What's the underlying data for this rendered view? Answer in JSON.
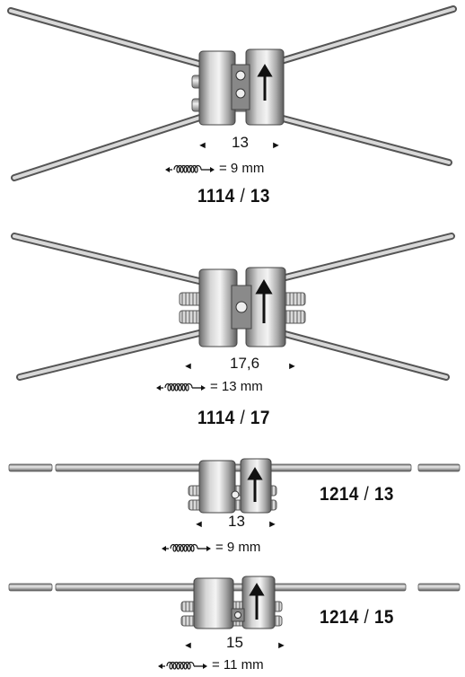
{
  "products": [
    {
      "style": "x-arms",
      "width_label": "13",
      "spring_symbol": "spring-coil-icon",
      "spring_label": "= 9 mm",
      "code_model": "1114",
      "code_sep": "/",
      "code_size": "13"
    },
    {
      "style": "x-arms",
      "width_label": "17,6",
      "spring_symbol": "spring-coil-icon",
      "spring_label": "= 13 mm",
      "code_model": "1114",
      "code_sep": "/",
      "code_size": "17"
    },
    {
      "style": "straight-arms",
      "width_label": "13",
      "spring_symbol": "spring-coil-icon",
      "spring_label": "= 9 mm",
      "code_model": "1214",
      "code_sep": "/",
      "code_size": "13"
    },
    {
      "style": "straight-arms",
      "width_label": "15",
      "spring_symbol": "spring-coil-icon",
      "spring_label": "= 11 mm",
      "code_model": "1214",
      "code_sep": "/",
      "code_size": "15"
    }
  ]
}
